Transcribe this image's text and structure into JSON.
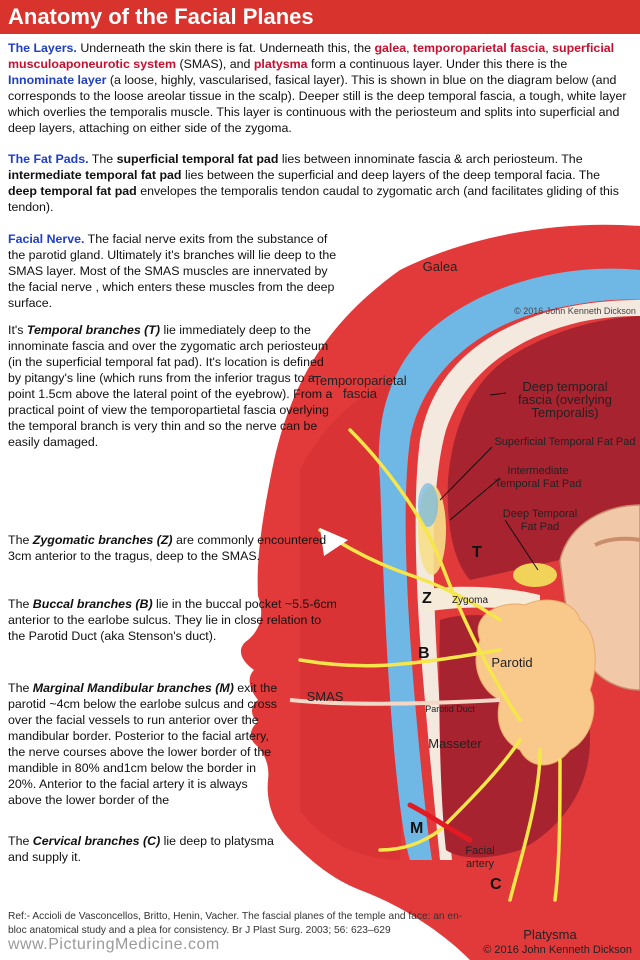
{
  "title": "Anatomy of the Facial Planes",
  "layers": {
    "heading": "The Layers.",
    "t1": " Underneath the skin there is fat. Underneath this, the ",
    "galea": "galea",
    "t2": ", ",
    "tpf": "temporoparietal fascia",
    "t3": ", ",
    "smas": "superficial musculoaponeurotic system",
    "t4": " (SMAS), and ",
    "platysma": "platysma",
    "t5": " form a continuous layer. Under this there is the ",
    "innominate": "Innominate layer",
    "t6": " (a loose, highly, vascularised, fasical layer). This is shown in blue on the diagram below (and corresponds to the loose areolar tissue in the scalp). Deeper still is the deep temporal fascia, a tough, white layer which overlies the temporalis muscle. This layer is continuous with the periosteum and splits into superficial and deep layers, attaching on either side of the zygoma."
  },
  "fatpads": {
    "heading": "The Fat Pads.",
    "t1": " The ",
    "stfp": "superficial temporal fat pad",
    "t2": " lies between innominate fascia & arch periosteum. The ",
    "itfp": "intermediate temporal fat pad",
    "t3": " lies between the superficial and deep layers of the deep temporal facia. The ",
    "dtfp": "deep temporal fat pad",
    "t4": " envelopes the temporalis tendon caudal to zygomatic arch (and facilitates gliding of this tendon)."
  },
  "nerve": {
    "heading": "Facial Nerve.",
    "t1": " The facial nerve exits from the substance of the parotid gland. Ultimately it's branches will lie deep to the SMAS layer. Most of the SMAS muscles are innervated by the facial nerve , which enters these muscles from the deep surface."
  },
  "temporal": {
    "pre": "It's ",
    "name": "Temporal branches (T)",
    "text": " lie immediately deep to the innominate fascia and over the zygomatic arch periosteum (in the superficial temporal fat pad). It's location is defined by pitangy's line (which runs from the inferior tragus to a point 1.5cm above the lateral point of the eyebrow). From a practical point of view the temporopartietal fascia overlying the temporal branch is very thin and so the nerve can be easily damaged."
  },
  "zygomatic": {
    "pre": "The ",
    "name": "Zygomatic branches (Z)",
    "text": " are commonly encountered 3cm anterior to the tragus, deep to the SMAS."
  },
  "buccal": {
    "pre": "The ",
    "name": "Buccal branches (B)",
    "text": " lie in the buccal pocket ~5.5-6cm anterior to the earlobe sulcus. They lie in close relation to the Parotid Duct (aka Stenson's duct)."
  },
  "marginal": {
    "pre": "The ",
    "name": "Marginal Mandibular branches (M)",
    "text": " exit the parotid ~4cm below the earlobe sulcus and cross over the facial vessels to run anterior over the mandibular border. Posterior to the facial artery, the nerve courses above the lower border of the mandible in 80% and1cm below the border in 20%. Anterior to the facial artery it is always above the lower border of the"
  },
  "cervical": {
    "pre": "The ",
    "name": "Cervical branches (C)",
    "text": " lie deep to platysma and supply it."
  },
  "reference": "Ref:- Accioli de Vasconcellos, Britto, Henin, Vacher. The fascial planes of the temple and face: an en-bloc anatomical study and a plea for consistency.  Br J Plast Surg.  2003; 56: 623–629",
  "site": "www.PicturingMedicine.com",
  "copyright": "© 2016 John Kenneth Dickson",
  "diagram_labels": {
    "galea": "Galea",
    "watermark": "© 2016 John Kenneth Dickson",
    "temporoparietal": "Temporoparietal fascia",
    "deep_temporal": "Deep temporal fascia (overlying Temporalis)",
    "superficial_fat_pad": "Superficial Temporal Fat Pad",
    "intermediate_fat_pad": "Intermediate Temporal Fat Pad",
    "deep_fat_pad": "Deep Temporal Fat Pad",
    "zygoma": "Zygoma",
    "parotid": "Parotid",
    "smas": "SMAS",
    "parotid_duct": "Parotid Duct",
    "masseter": "Masseter",
    "facial_artery": "Facial artery",
    "platysma": "Platysma",
    "T": "T",
    "Z": "Z",
    "B": "B",
    "M": "M",
    "C": "C"
  },
  "colors": {
    "header": "#d8332c",
    "smas_red": "#e23a3a",
    "innominate_blue": "#6fb8e6",
    "muscle": "#a82330",
    "parotid": "#f9c98c",
    "nerve": "#f5e64a",
    "ear": "#f2c9a8"
  }
}
